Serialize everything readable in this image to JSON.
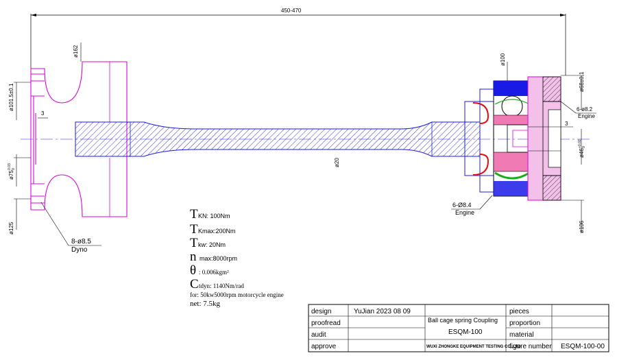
{
  "dimensions": {
    "overall_length": "450-470",
    "d162": "ø162",
    "d101": "ø101.5±0.1",
    "gap_left": "3",
    "d75": "ø75",
    "d75_tol_upper": "0.03",
    "d75_tol_lower": "0",
    "d125": "ø125",
    "dyno_holes": "8-ø8.5",
    "dyno_label": "Dyno",
    "d20": "ø20",
    "d100": "ø100",
    "d68": "ø68±0.1",
    "engine_holes_right": "6-ø8.2",
    "engine_label_right": "Engine",
    "gap_right": "3",
    "d46": "ø46",
    "d46_tol_upper": "+0.02",
    "d46_tol_lower": "0",
    "d106": "ø106",
    "engine_holes_bottom": "6-Ø8.4",
    "engine_label_bottom": "Engine"
  },
  "specs": {
    "tkn_symbol": "T",
    "tkn_text": "KN: 100Nm",
    "tkmax_symbol": "T",
    "tkmax_text": "Kmax:200Nm",
    "tkw_symbol": "T",
    "tkw_text": "kw: 20Nm",
    "nmax_symbol": "n",
    "nmax_text": "max:8000rpm",
    "theta_symbol": "θ",
    "theta_text": ": 0.006kgm²",
    "ctdyn_symbol": "C",
    "ctdyn_text": "tdyn: 1140Nm/rad",
    "for_text": "for: 50kw5000rpm  motorcycle engine",
    "net_text": "net: 7.5kg"
  },
  "title_block": {
    "design_label": "design",
    "design_value": "YuJian 2023 08  09",
    "proofread_label": "proofread",
    "audit_label": "audit",
    "approve_label": "approve",
    "product_name": "Ball cage spring Coupling",
    "product_code": "ESQM-100",
    "company": "WUXI ZHONGKE EQUIPMENT TESTING CO.,LTD",
    "pieces_label": "pieces",
    "proportion_label": "proportion",
    "material_label": "material",
    "figure_number_label": "figure number",
    "figure_number_value": "ESQM-100-00"
  },
  "colors": {
    "dyno_flange": "#e000e0",
    "shaft_blue": "#1a1ae6",
    "red_boot": "#e01010",
    "pink_fill": "#f07ab4",
    "green": "#16b016",
    "engine_flange_fill": "#f2c0e8",
    "line": "#000000"
  }
}
